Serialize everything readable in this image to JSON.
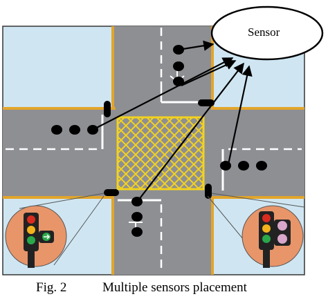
{
  "diagram": {
    "sensor_label": "Sensor",
    "caption_fig": "Fig. 2",
    "caption_text": "Multiple sensors placement"
  },
  "colors": {
    "background": "#cfe6f2",
    "road": "#8e8f93",
    "road_edge": "#e2a52a",
    "lane_marking": "#ffffff",
    "box_junction": "#f2d21f",
    "sensor_dot": "#000000",
    "inset_circle": "#e8956a",
    "signal_red": "#d92b1f",
    "signal_amber": "#f2b21c",
    "signal_green": "#2aa84a",
    "signal_ped": "#d9a7c9"
  },
  "icons": [
    "sensor-ellipse",
    "traffic-light-left-icon",
    "traffic-light-right-icon",
    "lane-arrow-icon",
    "arrow-head-icon"
  ]
}
